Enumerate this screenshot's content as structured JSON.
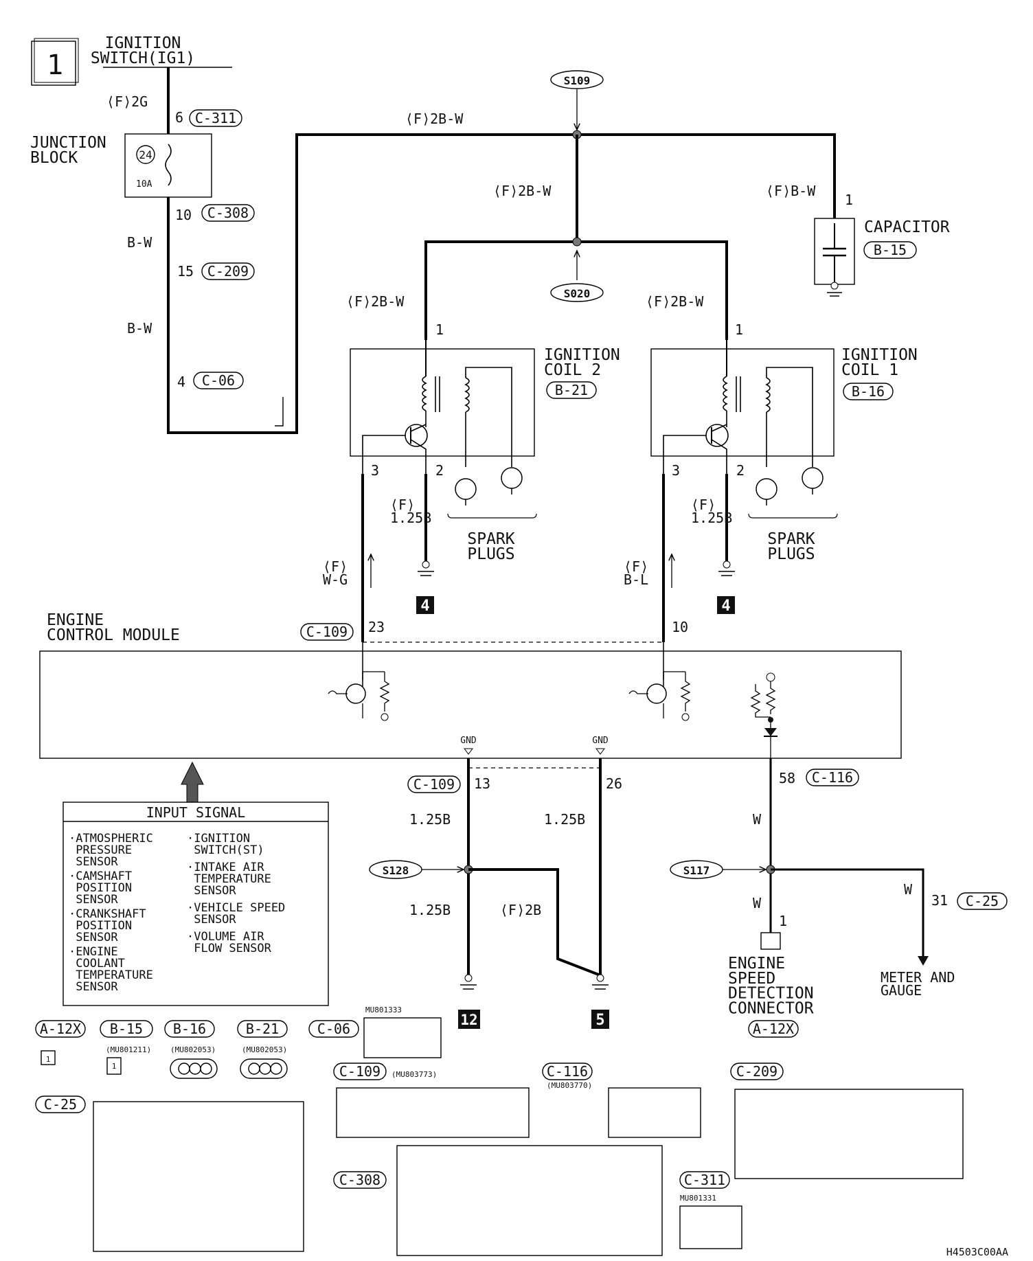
{
  "page_number": "1",
  "ignition_switch": "IGNITION\nSWITCH(IG1)",
  "junction_block": {
    "title": "JUNCTION\nBLOCK",
    "fuse_no": "24",
    "fuse_rating": "10A"
  },
  "wires": {
    "ig_out": "⟨F⟩2G",
    "bw": "B-W",
    "top_bus": "⟨F⟩2B-W",
    "mid_bus": "⟨F⟩2B-W",
    "cap_wire": "⟨F⟩B-W",
    "coil2_feed": "⟨F⟩2B-W",
    "coil1_feed": "⟨F⟩2B-W",
    "coil2_gnd": "⟨F⟩\n1.25B",
    "coil1_gnd": "⟨F⟩\n1.25B",
    "ecm_wg": "⟨F⟩\nW-G",
    "ecm_bl": "⟨F⟩\nB-L",
    "gnd_left": "1.25B",
    "gnd_right": "1.25B",
    "gnd_left_lower": "1.25B",
    "gnd_jumper": "⟨F⟩2B",
    "w1": "W",
    "w2": "W",
    "w3": "W"
  },
  "connectors": {
    "c311": "C-311",
    "c308": "C-308",
    "c209": "C-209",
    "c06": "C-06",
    "b15": "B-15",
    "b21": "B-21",
    "b16": "B-16",
    "c109": "C-109",
    "c116": "C-116",
    "c25": "C-25",
    "a12x": "A-12X"
  },
  "pins": {
    "c311_6": "6",
    "c308_10": "10",
    "c209_15": "15",
    "c06_4": "4",
    "cap_1": "1",
    "coil2_1": "1",
    "coil1_1": "1",
    "coil2_3": "3",
    "coil2_2": "2",
    "coil1_3": "3",
    "coil1_2": "2",
    "ecm_23": "23",
    "ecm_10": "10",
    "ecm_13": "13",
    "ecm_26": "26",
    "ecm_58": "58",
    "c25_31": "31",
    "a12x_1": "1"
  },
  "splices": {
    "s109": "S109",
    "s020": "S020",
    "s128": "S128",
    "s117": "S117"
  },
  "capacitor": "CAPACITOR",
  "coil2": "IGNITION\nCOIL 2",
  "coil1": "IGNITION\nCOIL 1",
  "spark_plugs": "SPARK\nPLUGS",
  "ecm": "ENGINE\nCONTROL MODULE",
  "gnd": "GND",
  "ground_refs": {
    "g4a": "4",
    "g4b": "4",
    "g12": "12",
    "g5": "5"
  },
  "input_signal": {
    "title": "INPUT SIGNAL",
    "left": [
      "ATMOSPHERIC\nPRESSURE\nSENSOR",
      "CAMSHAFT\nPOSITION\nSENSOR",
      "CRANKSHAFT\nPOSITION\nSENSOR",
      "ENGINE\nCOOLANT\nTEMPERATURE\nSENSOR"
    ],
    "right": [
      "IGNITION\nSWITCH(ST)",
      "INTAKE AIR\nTEMPERATURE\nSENSOR",
      "VEHICLE SPEED\nSENSOR",
      "VOLUME AIR\nFLOW SENSOR"
    ]
  },
  "esd_connector": "ENGINE\nSPEED\nDETECTION\nCONNECTOR",
  "meter": "METER AND\nGAUGE",
  "part_numbers": {
    "c06": "MU801333",
    "b15": "(MU801211)",
    "b16": "(MU802053)",
    "b21": "(MU802053)",
    "c109": "(MU803773)",
    "c116": "(MU803770)",
    "c311": "MU801331"
  },
  "footer_code": "H4503C00AA"
}
